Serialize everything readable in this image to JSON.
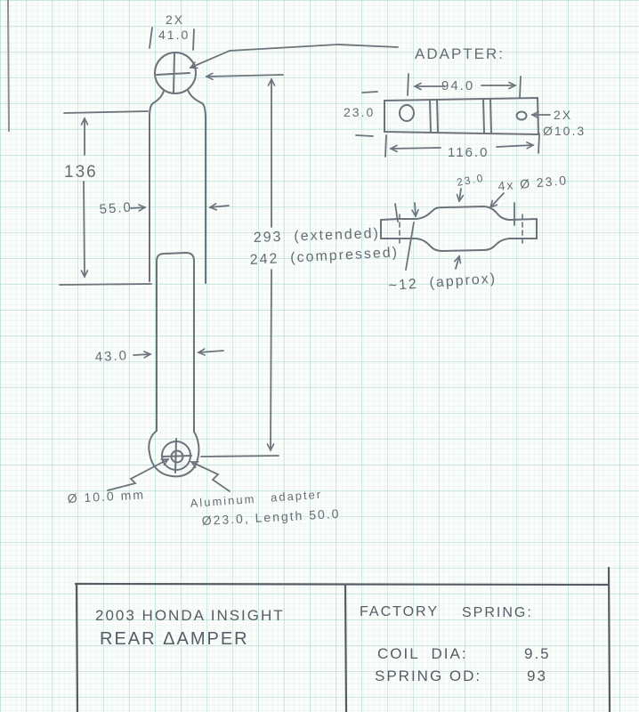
{
  "damper_view": {
    "eye_dim_qty": "2X",
    "eye_dim": "41.0",
    "upper_length": "136",
    "body_od": "55.0",
    "lower_od": "43.0",
    "length_extended": "293  (extended)",
    "length_compressed": "242  (compressed)",
    "eye_hole": "Ø 10.0 mm",
    "adapter_note_1": "Aluminum   adapter",
    "adapter_note_2": "Ø23.0, Length 50.0"
  },
  "adapter_view": {
    "title": "ADAPTER:",
    "hole_spacing": "94.0",
    "overall_length": "116.0",
    "width": "23.0",
    "hole_qty": "2X",
    "hole_dia": "Ø10.3"
  },
  "side_view": {
    "boss_dim": "23.0",
    "boss_note": "4x Ø 23.0",
    "thickness_note": "~12  (approx)"
  },
  "title_block": {
    "project_line_1": "2003 HONDA INSIGHT",
    "project_line_2": "REAR ΔAMPER",
    "spring_header_1": "FACTORY",
    "spring_header_2": "SPRING:",
    "coil_label": "COIL  DIA:",
    "coil_value": "9.5",
    "od_label": "SPRING OD:",
    "od_value": "93"
  }
}
